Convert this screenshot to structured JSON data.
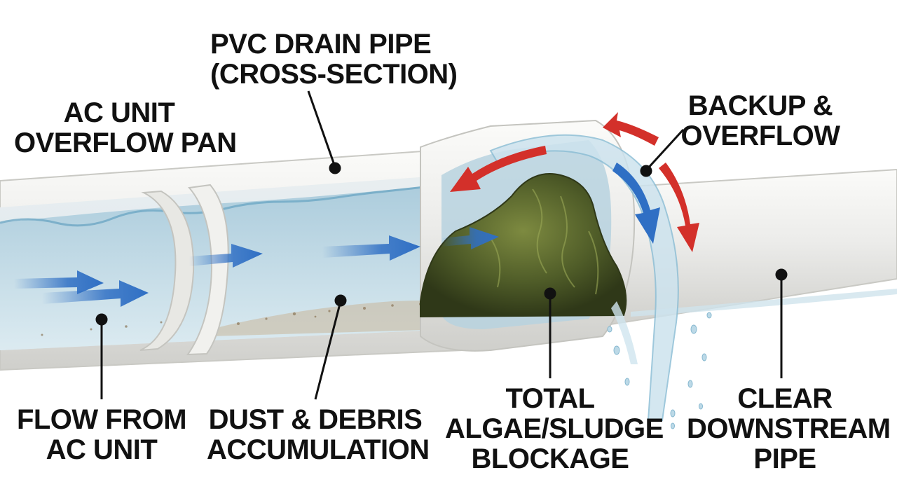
{
  "labels": {
    "pvc_drain_pipe": [
      "PVC DRAIN PIPE",
      "(CROSS-SECTION)"
    ],
    "ac_overflow_pan": [
      "AC UNIT",
      "OVERFLOW PAN"
    ],
    "backup_overflow": [
      "BACKUP &",
      "OVERFLOW"
    ],
    "flow_from_ac": [
      "FLOW FROM",
      "AC UNIT"
    ],
    "dust_debris": [
      "DUST & DEBRIS",
      "ACCUMULATION"
    ],
    "algae_blockage": [
      "TOTAL",
      "ALGAE/SLUDGE",
      "BLOCKAGE"
    ],
    "clear_downstream": [
      "CLEAR",
      "DOWNSTREAM",
      "PIPE"
    ]
  },
  "colors": {
    "pipe": "#eeeeea",
    "water": "#bcd8e6",
    "flow_arrow": "#2f6fc4",
    "backflow_arrow": "#d3302a",
    "sludge": "#56632c",
    "leader_line": "#111111"
  }
}
